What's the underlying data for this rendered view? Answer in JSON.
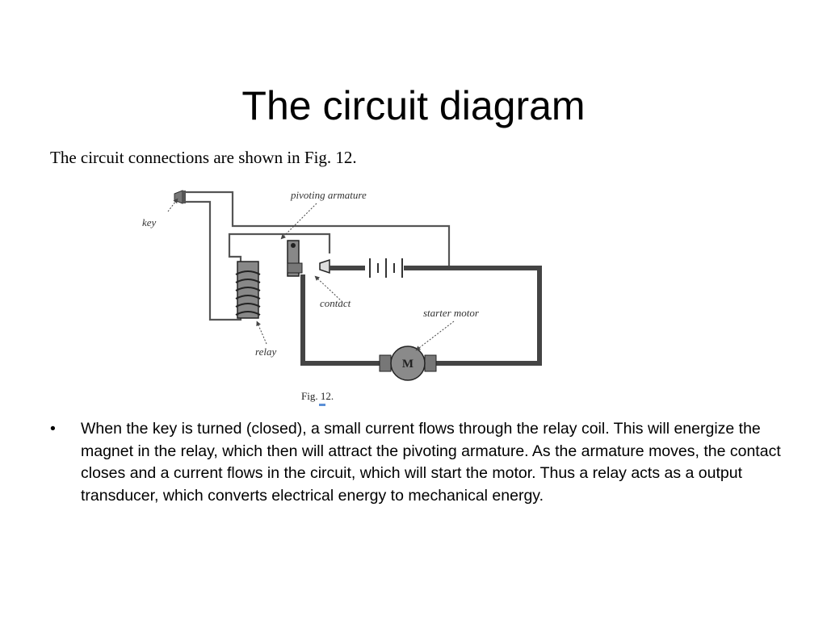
{
  "slide": {
    "title": "The circuit diagram",
    "subtitle": "The circuit connections are shown in Fig. 12."
  },
  "figure": {
    "labels": {
      "key": "key",
      "pivoting_armature": "pivoting armature",
      "contact": "contact",
      "starter_motor": "starter motor",
      "relay": "relay",
      "motor_symbol": "M"
    },
    "caption": "Fig. 12."
  },
  "bullets": [
    {
      "marker": "•",
      "text": "When the key is turned (closed), a small current flows through the relay coil. This will energize the magnet in the relay, which then will attract the pivoting armature. As the armature moves, the contact closes and a current flows in the circuit, which will start the motor. Thus a relay acts as a output transducer, which converts electrical energy to mechanical energy."
    }
  ],
  "colors": {
    "wire_thin": "#555555",
    "wire_thick": "#444444",
    "motor_body": "#8a8a8a",
    "caption_mark": "#5b8fd6"
  }
}
